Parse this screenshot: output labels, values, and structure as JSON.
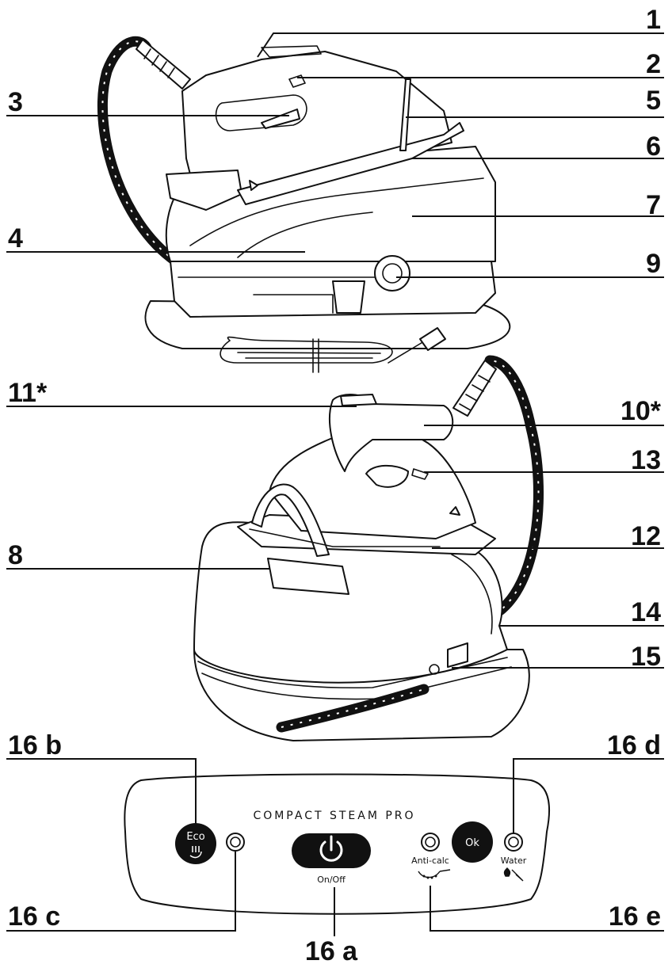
{
  "callouts": {
    "c1": "1",
    "c2": "2",
    "c3": "3",
    "c4": "4",
    "c5": "5",
    "c6": "6",
    "c7": "7",
    "c8": "8",
    "c9": "9",
    "c10": "10*",
    "c11": "11*",
    "c12": "12",
    "c13": "13",
    "c14": "14",
    "c15": "15",
    "c16a": "16 a",
    "c16b": "16 b",
    "c16c": "16 c",
    "c16d": "16 d",
    "c16e": "16 e"
  },
  "panel": {
    "brand": "COMPACT STEAM PRO",
    "eco_label": "Eco",
    "onoff_label": "On/Off",
    "anticalc_label": "Anti-calc",
    "ok_label": "Ok",
    "water_label": "Water"
  },
  "icons": {
    "power": "power-icon",
    "eco_steam": "steam-icon",
    "anticalc": "shower-head-icon",
    "water": "water-drop-icon"
  },
  "colors": {
    "line": "#111111",
    "fill": "#ffffff"
  }
}
